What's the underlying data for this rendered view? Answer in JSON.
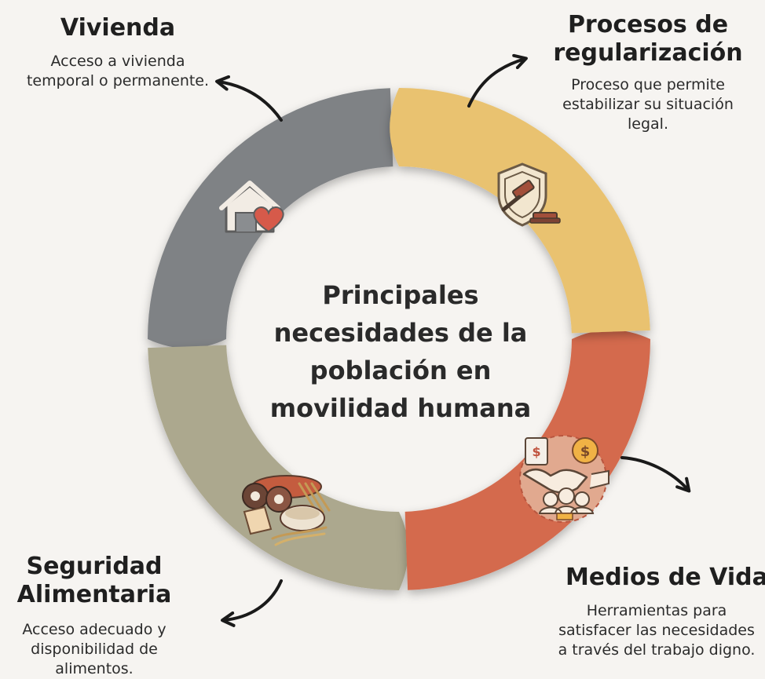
{
  "center": {
    "lines": [
      "Principales",
      "necesidades de la",
      "población en",
      "movilidad humana"
    ]
  },
  "sections": {
    "vivienda": {
      "title": "Vivienda",
      "desc_lines": [
        "Acceso a vivienda",
        "temporal o permanente."
      ],
      "color": "#7f8285",
      "icon": "house-heart-icon"
    },
    "regularizacion": {
      "title_lines": [
        "Procesos de",
        "regularización"
      ],
      "desc_lines": [
        "Proceso que permite",
        "estabilizar su situación",
        "legal."
      ],
      "color": "#e9c270",
      "icon": "shield-gavel-icon"
    },
    "medios": {
      "title": "Medios de Vida",
      "desc_lines": [
        "Herramientas para",
        "satisfacer las necesidades",
        "a través del trabajo digno."
      ],
      "color": "#d46a4d",
      "icon": "handshake-money-icon"
    },
    "alimentaria": {
      "title_lines": [
        "Seguridad",
        "Alimentaria"
      ],
      "desc_lines": [
        "Acceso adecuado y",
        "disponibilidad de",
        "alimentos."
      ],
      "color": "#aca88e",
      "icon": "food-bread-icon"
    }
  },
  "colors": {
    "background": "#f6f4f1",
    "arrow": "#1a1a1a"
  }
}
